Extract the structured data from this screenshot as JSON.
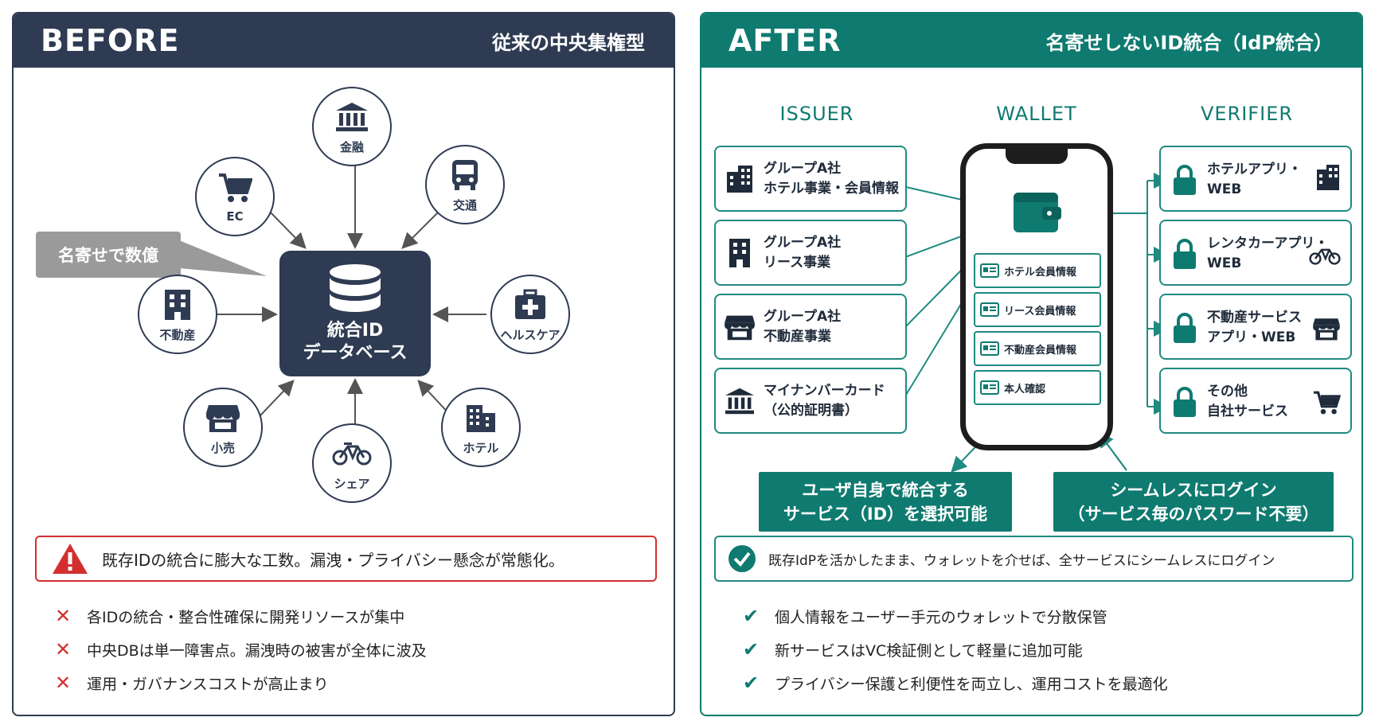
{
  "before": {
    "title": "BEFORE",
    "subtitle": "従来の中央集権型",
    "center_label_1": "統合ID",
    "center_label_2": "データベース",
    "bubble": "名寄せで数億",
    "nodes": {
      "finance": "金融",
      "ec": "EC",
      "transport": "交通",
      "realestate": "不動産",
      "healthcare": "ヘルスケア",
      "retail": "小売",
      "share": "シェア",
      "hotel": "ホテル"
    },
    "alert": "既存IDの統合に膨大な工数。漏洩・プライバシー懸念が常態化。",
    "issues": [
      "各IDの統合・整合性確保に開発リソースが集中",
      "中央DBは単一障害点。漏洩時の被害が全体に波及",
      "運用・ガバナンスコストが高止まり"
    ],
    "issue_mark": "✕"
  },
  "after": {
    "title": "AFTER",
    "subtitle": "名寄せしないID統合（IdP統合）",
    "columns": {
      "issuer": "ISSUER",
      "wallet": "WALLET",
      "verifier": "VERIFIER"
    },
    "issuers": [
      {
        "line1": "グループA社",
        "line2": "ホテル事業・会員情報",
        "icon": "building-icon"
      },
      {
        "line1": "グループA社",
        "line2": "リース事業",
        "icon": "tower-icon"
      },
      {
        "line1": "グループA社",
        "line2": "不動産事業",
        "icon": "store-icon"
      },
      {
        "line1": "マイナンバーカード",
        "line2": "（公的証明書）",
        "icon": "bank-icon"
      }
    ],
    "credentials": [
      "ホテル会員情報",
      "リース会員情報",
      "不動産会員情報",
      "本人確認"
    ],
    "verifiers": [
      {
        "line1": "ホテルアプリ・",
        "line2": "WEB",
        "icon": "building-icon"
      },
      {
        "line1": "レンタカーアプリ・",
        "line2": "WEB",
        "icon": "bike-icon"
      },
      {
        "line1": "不動産サービス",
        "line2": "アプリ・WEB",
        "icon": "store-icon"
      },
      {
        "line1": "その他",
        "line2": "自社サービス",
        "icon": "cart-icon"
      }
    ],
    "callout_left_1": "ユーザ自身で統合する",
    "callout_left_2": "サービス（ID）を選択可能",
    "callout_right_1": "シームレスにログイン",
    "callout_right_2": "（サービス毎のパスワード不要）",
    "summary": "既存IdPを活かしたまま、ウォレットを介せば、全サービスにシームレスにログイン",
    "benefits": [
      "個人情報をユーザー手元のウォレットで分散保管",
      "新サービスはVC検証側として軽量に追加可能",
      "プライバシー保護と利便性を両立し、運用コストを最適化"
    ],
    "benefit_mark": "✔"
  },
  "colors": {
    "navy": "#2e3b52",
    "teal": "#0f7a70",
    "red": "#d32f2f",
    "gray": "#9a9a9a"
  }
}
